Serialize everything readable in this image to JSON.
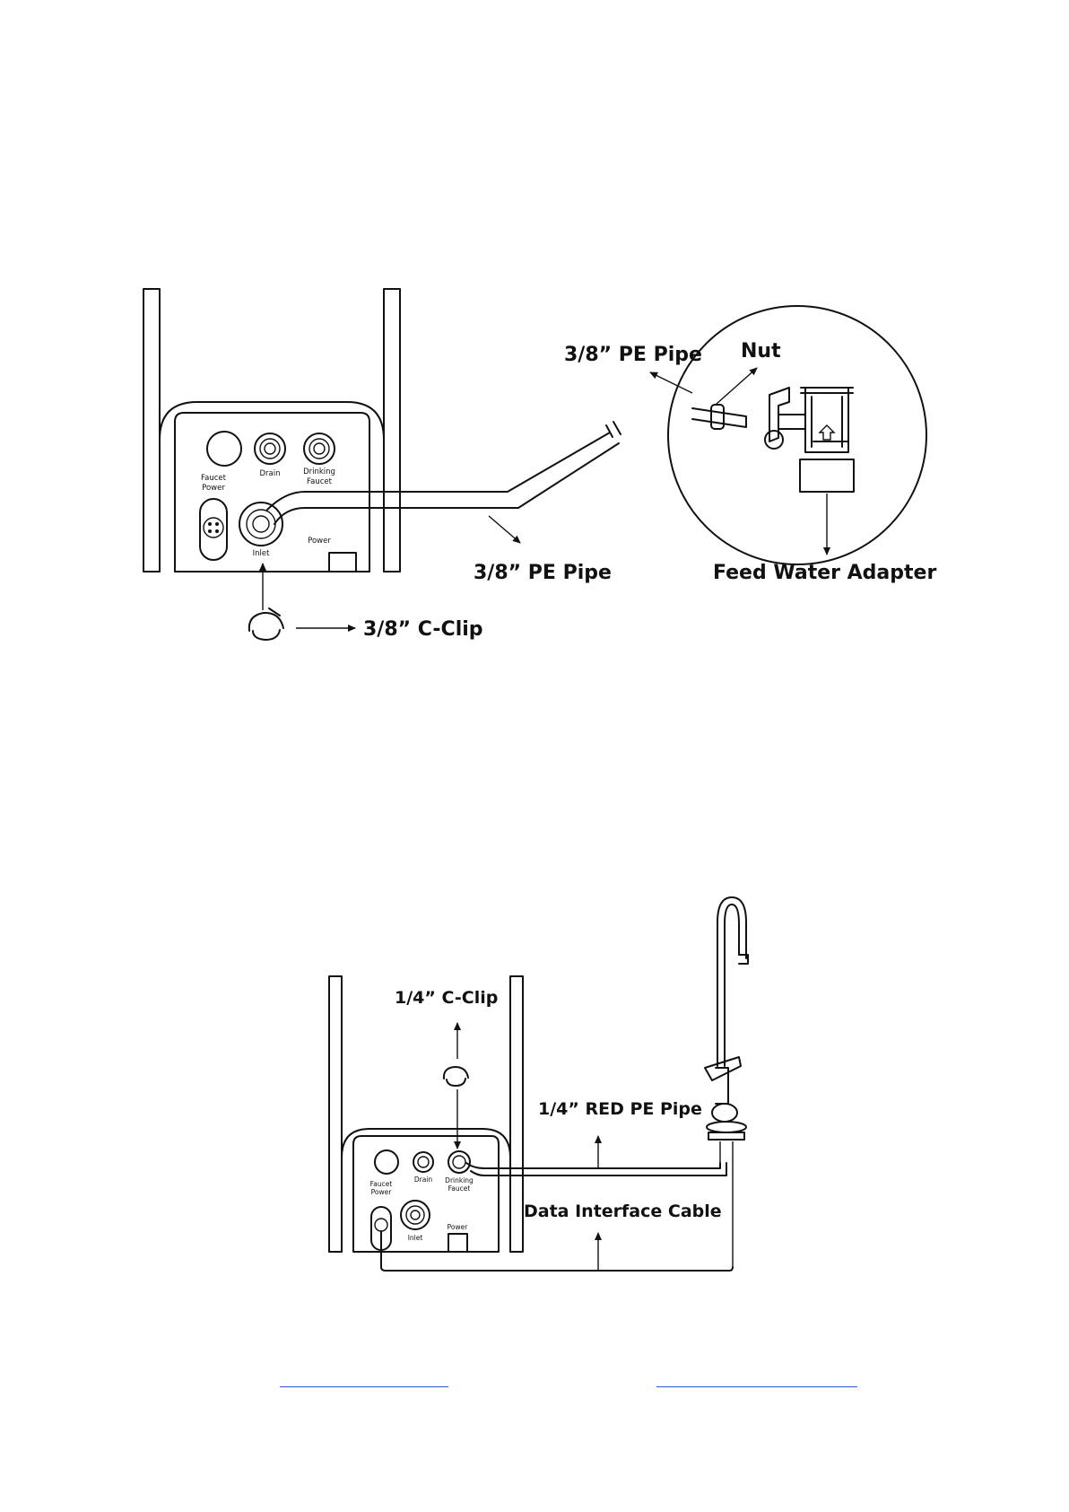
{
  "colors": {
    "ink": "#111111",
    "link": "#2a55d8",
    "background": "#ffffff"
  },
  "diagram1": {
    "unit_labels": {
      "faucet_power_line1": "Faucet",
      "faucet_power_line2": "Power",
      "drain": "Drain",
      "drinking_faucet_line1": "Drinking",
      "drinking_faucet_line2": "Faucet",
      "inlet": "Inlet",
      "power": "Power"
    },
    "callouts": {
      "pe_pipe_main": "3/8” PE Pipe",
      "c_clip": "3/8” C-Clip",
      "pe_pipe_detail": "3/8” PE Pipe",
      "nut": "Nut",
      "feed_water_adapter": "Feed Water Adapter"
    }
  },
  "diagram2": {
    "unit_labels": {
      "faucet_power_line1": "Faucet",
      "faucet_power_line2": "Power",
      "drain": "Drain",
      "drinking_faucet_line1": "Drinking",
      "drinking_faucet_line2": "Faucet",
      "inlet": "Inlet",
      "power": "Power"
    },
    "callouts": {
      "c_clip": "1/4” C-Clip",
      "red_pe_pipe": "1/4” RED PE Pipe",
      "data_cable": "Data Interface Cable"
    }
  }
}
